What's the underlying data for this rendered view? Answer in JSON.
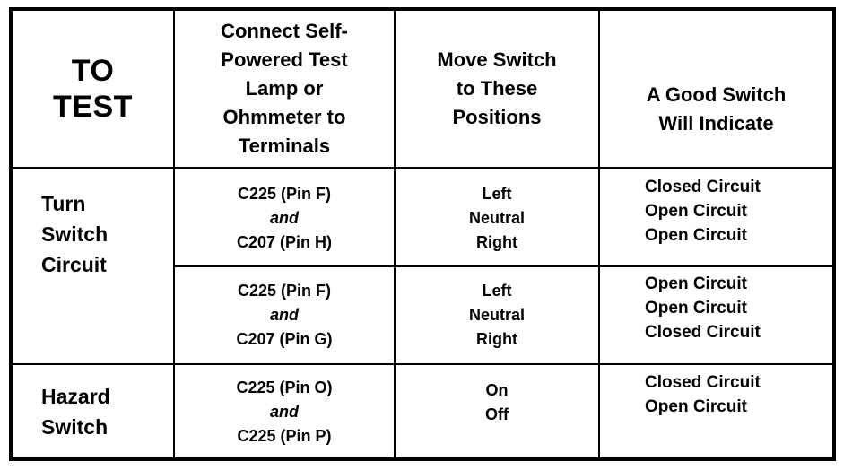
{
  "headers": {
    "to_test": [
      "TO",
      "TEST"
    ],
    "connect": [
      "Connect Self-",
      "Powered Test",
      "Lamp or",
      "Ohmmeter to",
      "Terminals"
    ],
    "move": [
      "Move Switch",
      "to These",
      "Positions"
    ],
    "good": [
      "A Good Switch",
      "Will Indicate"
    ]
  },
  "rows": [
    {
      "label": [
        "Turn",
        "Switch",
        "Circuit"
      ],
      "subrows": [
        {
          "terminals": [
            "C225 (Pin F)",
            "and",
            "C207 (Pin H)"
          ],
          "positions": [
            "Left",
            "Neutral",
            "Right"
          ],
          "results": [
            "Closed Circuit",
            "Open Circuit",
            "Open Circuit"
          ]
        },
        {
          "terminals": [
            "C225 (Pin F)",
            "and",
            "C207 (Pin G)"
          ],
          "positions": [
            "Left",
            "Neutral",
            "Right"
          ],
          "results": [
            "Open Circuit",
            "Open Circuit",
            "Closed Circuit"
          ]
        }
      ]
    },
    {
      "label": [
        "Hazard",
        "Switch"
      ],
      "subrows": [
        {
          "terminals": [
            "C225 (Pin O)",
            "and",
            "C225 (Pin P)"
          ],
          "positions": [
            "On",
            "Off"
          ],
          "results": [
            "Closed Circuit",
            "Open Circuit"
          ]
        }
      ]
    }
  ]
}
